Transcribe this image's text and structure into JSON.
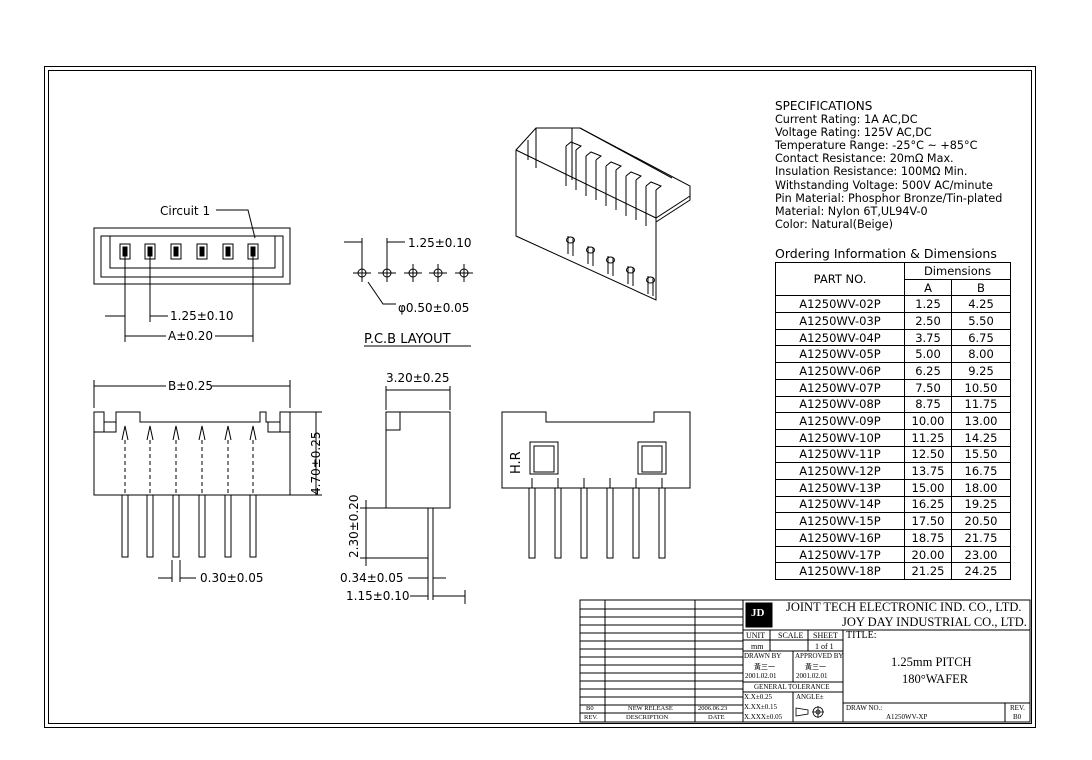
{
  "specifications": {
    "heading": "SPECIFICATIONS",
    "lines": [
      "Current Rating: 1A AC,DC",
      "Voltage Rating: 125V AC,DC",
      "Temperature Range: -25°C ~ +85°C",
      "Contact Resistance: 20mΩ Max.",
      "Insulation Resistance: 100MΩ Min.",
      "Withstanding Voltage: 500V AC/minute",
      "Pin Material: Phosphor Bronze/Tin-plated",
      "Material: Nylon 6T,UL94V-0",
      "Color: Natural(Beige)"
    ]
  },
  "ordering": {
    "title": "Ordering Information & Dimensions",
    "part_header": "PART NO.",
    "dim_header": "Dimensions",
    "col_a": "A",
    "col_b": "B",
    "rows": [
      {
        "part": "A1250WV-02P",
        "a": "1.25",
        "b": "4.25"
      },
      {
        "part": "A1250WV-03P",
        "a": "2.50",
        "b": "5.50"
      },
      {
        "part": "A1250WV-04P",
        "a": "3.75",
        "b": "6.75"
      },
      {
        "part": "A1250WV-05P",
        "a": "5.00",
        "b": "8.00"
      },
      {
        "part": "A1250WV-06P",
        "a": "6.25",
        "b": "9.25"
      },
      {
        "part": "A1250WV-07P",
        "a": "7.50",
        "b": "10.50"
      },
      {
        "part": "A1250WV-08P",
        "a": "8.75",
        "b": "11.75"
      },
      {
        "part": "A1250WV-09P",
        "a": "10.00",
        "b": "13.00"
      },
      {
        "part": "A1250WV-10P",
        "a": "11.25",
        "b": "14.25"
      },
      {
        "part": "A1250WV-11P",
        "a": "12.50",
        "b": "15.50"
      },
      {
        "part": "A1250WV-12P",
        "a": "13.75",
        "b": "16.75"
      },
      {
        "part": "A1250WV-13P",
        "a": "15.00",
        "b": "18.00"
      },
      {
        "part": "A1250WV-14P",
        "a": "16.25",
        "b": "19.25"
      },
      {
        "part": "A1250WV-15P",
        "a": "17.50",
        "b": "20.50"
      },
      {
        "part": "A1250WV-16P",
        "a": "18.75",
        "b": "21.75"
      },
      {
        "part": "A1250WV-17P",
        "a": "20.00",
        "b": "23.00"
      },
      {
        "part": "A1250WV-18P",
        "a": "21.25",
        "b": "24.25"
      }
    ]
  },
  "drawing": {
    "circuit_label": "Circuit 1",
    "dim_pitch_top": "1.25±0.10",
    "dim_a": "A±0.20",
    "dim_pcb_pitch": "1.25±0.10",
    "dim_hole": "φ0.50±0.05",
    "pcb_layout": "P.C.B LAYOUT",
    "dim_b": "B±0.25",
    "dim_height": "4.70±0.25",
    "dim_pin_width": "0.30±0.05",
    "dim_side_width": "3.20±0.25",
    "dim_pin_length": "2.30±0.20",
    "dim_pin_thick": "0.34±0.05",
    "dim_pin_offset": "1.15±0.10",
    "hr_label": "H.R"
  },
  "title_block": {
    "company_1": "JOINT TECH ELECTRONIC IND. CO., LTD.",
    "company_2": "JOY DAY INDUSTRIAL CO., LTD.",
    "logo": "JD",
    "unit_label": "UNIT",
    "unit_value": "mm",
    "scale_label": "SCALE",
    "sheet_label": "SHEET",
    "sheet_value": "1 of 1",
    "title_label": "TITLE:",
    "title_line1": "1.25mm PITCH",
    "title_line2": "180°WAFER",
    "drawn_label": "DRAWN BY",
    "drawn_name": "黃三一",
    "drawn_date": "2001.02.01",
    "approved_label": "APPROVED BY",
    "approved_name": "黃三一",
    "approved_date": "2001.02.01",
    "tolerance_label": "GENERAL TOLERANCE",
    "tol_1": "X.X±0.25",
    "tol_2": "X.XX±0.15",
    "tol_3": "X.XXX±0.05",
    "angle_label": "ANGLE±",
    "draw_no_label": "DRAW NO.:",
    "draw_no": "A1250WV-XP",
    "rev_label": "REV.",
    "rev_value": "B0",
    "rev_b0": "B0",
    "new_release": "NEW RELEASE",
    "release_date": "2006.06.23",
    "rev_col": "REV.",
    "desc_col": "DESCRIPTION",
    "date_col": "DATE"
  }
}
